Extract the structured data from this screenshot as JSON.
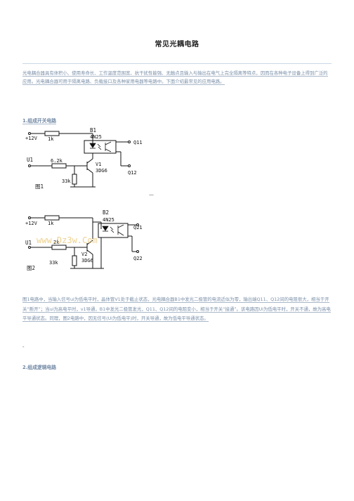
{
  "title": "常见光耦电路",
  "intro": "光电耦合器具有体积小、使用寿命长、工作温度范围宽、抗干扰性能强、无触点且输入与输出在电气上完全隔离等特点，因而在各种电子设备上得到广泛的应用。光电耦合器可用于隔离电路、负载接口及各种家用电器等电路中。下面介绍最常见的应用电路。",
  "section1": "1.组成开关电路",
  "fig1": {
    "b_label": "B1",
    "chip": "4N25",
    "v_plus": "+12V",
    "r1": "1k",
    "r2": "6.2k",
    "r3": "33k",
    "input": "U1",
    "transistor": "V1",
    "transistor_type": "3DG6",
    "out_top": "Q11",
    "out_bot": "Q12",
    "fig_label": "图1"
  },
  "dash1": "—",
  "fig2": {
    "b_label": "B2",
    "chip": "4N25",
    "v_plus": "+12V",
    "r1": "1k",
    "r2": "2k",
    "r3": "33k",
    "input": "U1",
    "transistor": "V2",
    "transistor_type": "3DG6",
    "out_top": "Q21",
    "out_bot": "Q22",
    "fig_label": "图2",
    "watermark": "www.Dz3w.Com"
  },
  "para2": "图1电路中，当输入信号ui为低电平时，晶体管V1处于截止状态，光电耦合器B1中发光二极管的电流近似为零，输出端Q11、Q12间的电阻很大，相当于开关“断开”；当ui为高电平时，v1导通，B1中发光二极管发光，Q11、Q12间的电阻变小，相当于开关“接通”。该电路因Ui为低电平时，开关不通，故为高电平导通状态。同理，图2电路中，因无信号(Ui为低电平)时，开关导通，故为低电平导通状态。",
  "dash2": "-",
  "section2": "2.组成逻辑电路"
}
